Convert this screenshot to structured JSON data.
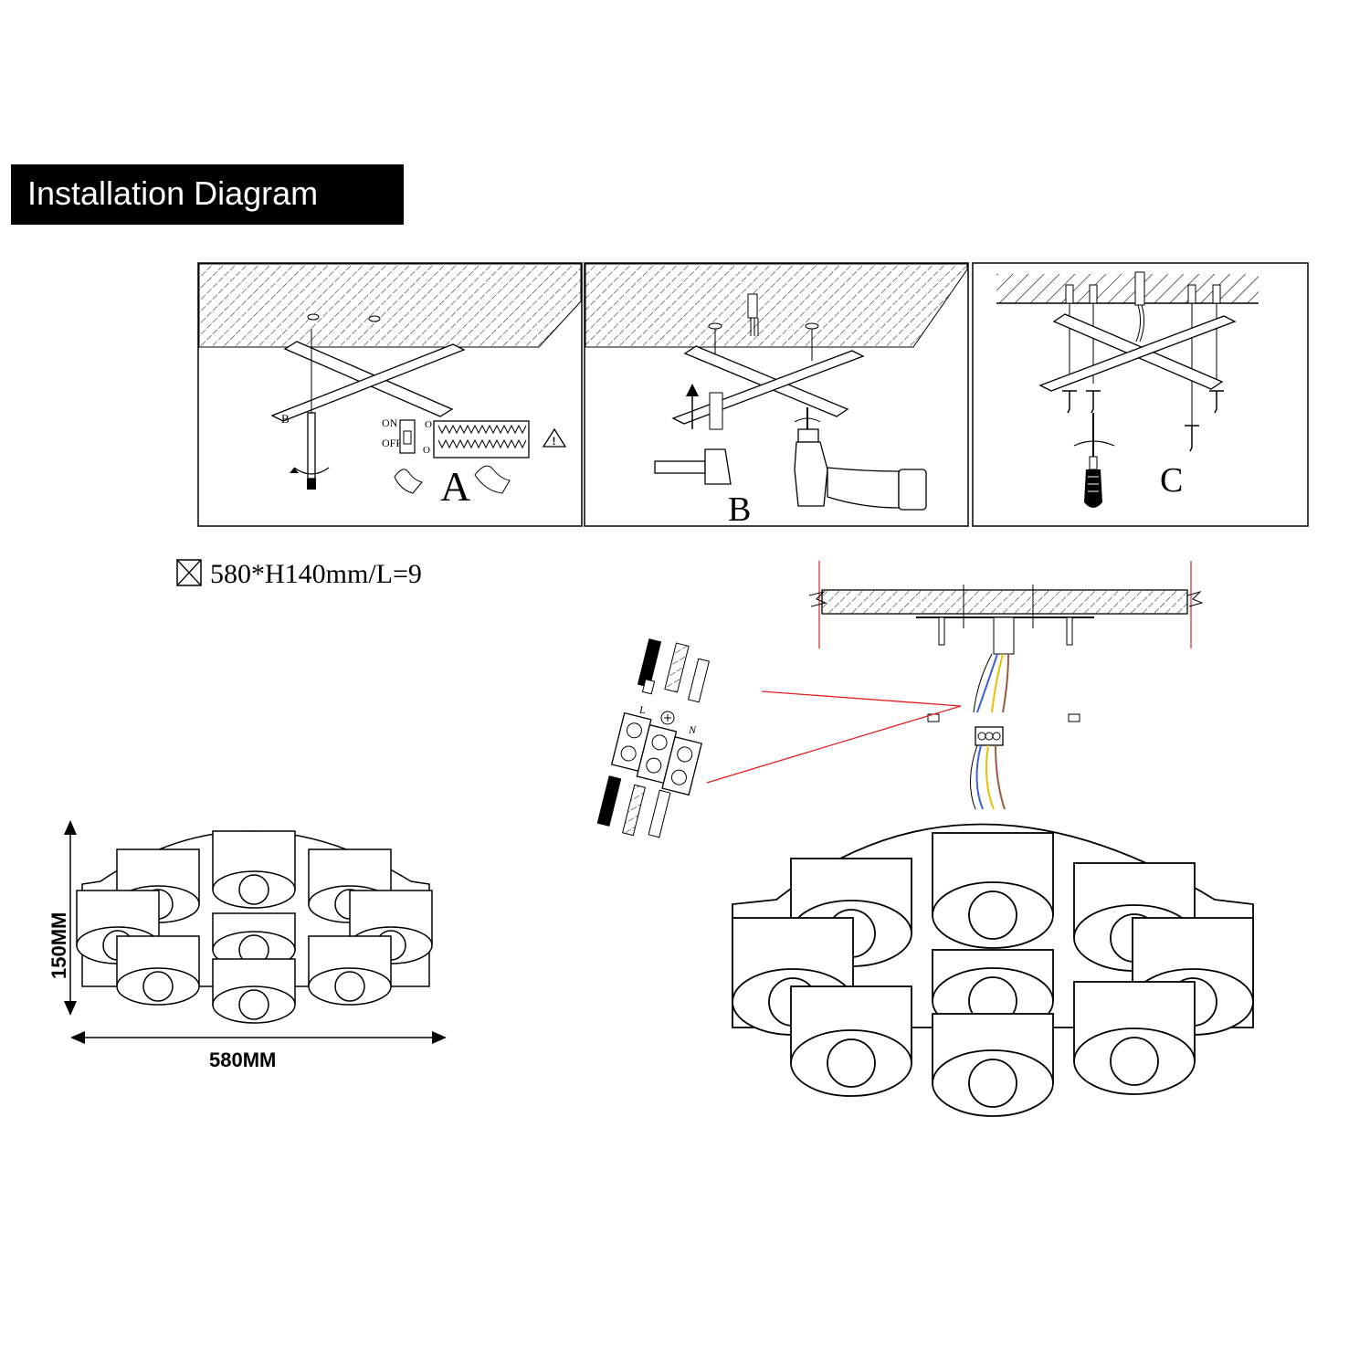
{
  "title": "Installation Diagram",
  "steps": [
    {
      "letter": "A"
    },
    {
      "letter": "B"
    },
    {
      "letter": "C"
    }
  ],
  "step_a_switch": {
    "on": "ON",
    "off": "OFF"
  },
  "spec_text": "580*H140mm/L=9",
  "dimensions": {
    "height": "150MM",
    "width": "580MM"
  },
  "terminal_labels": {
    "live": "L",
    "neutral": "N"
  },
  "wire_colors": {
    "blue": "#3d5fd9",
    "yellow": "#e8c000",
    "brown": "#9b5a3c",
    "red_leader": "#e02020"
  },
  "icons": [
    "hand-drill-icon",
    "hammer-icon",
    "screwdriver-icon",
    "warning-icon",
    "breaker-switch-icon",
    "terminal-block-icon",
    "earth-symbol-icon"
  ]
}
